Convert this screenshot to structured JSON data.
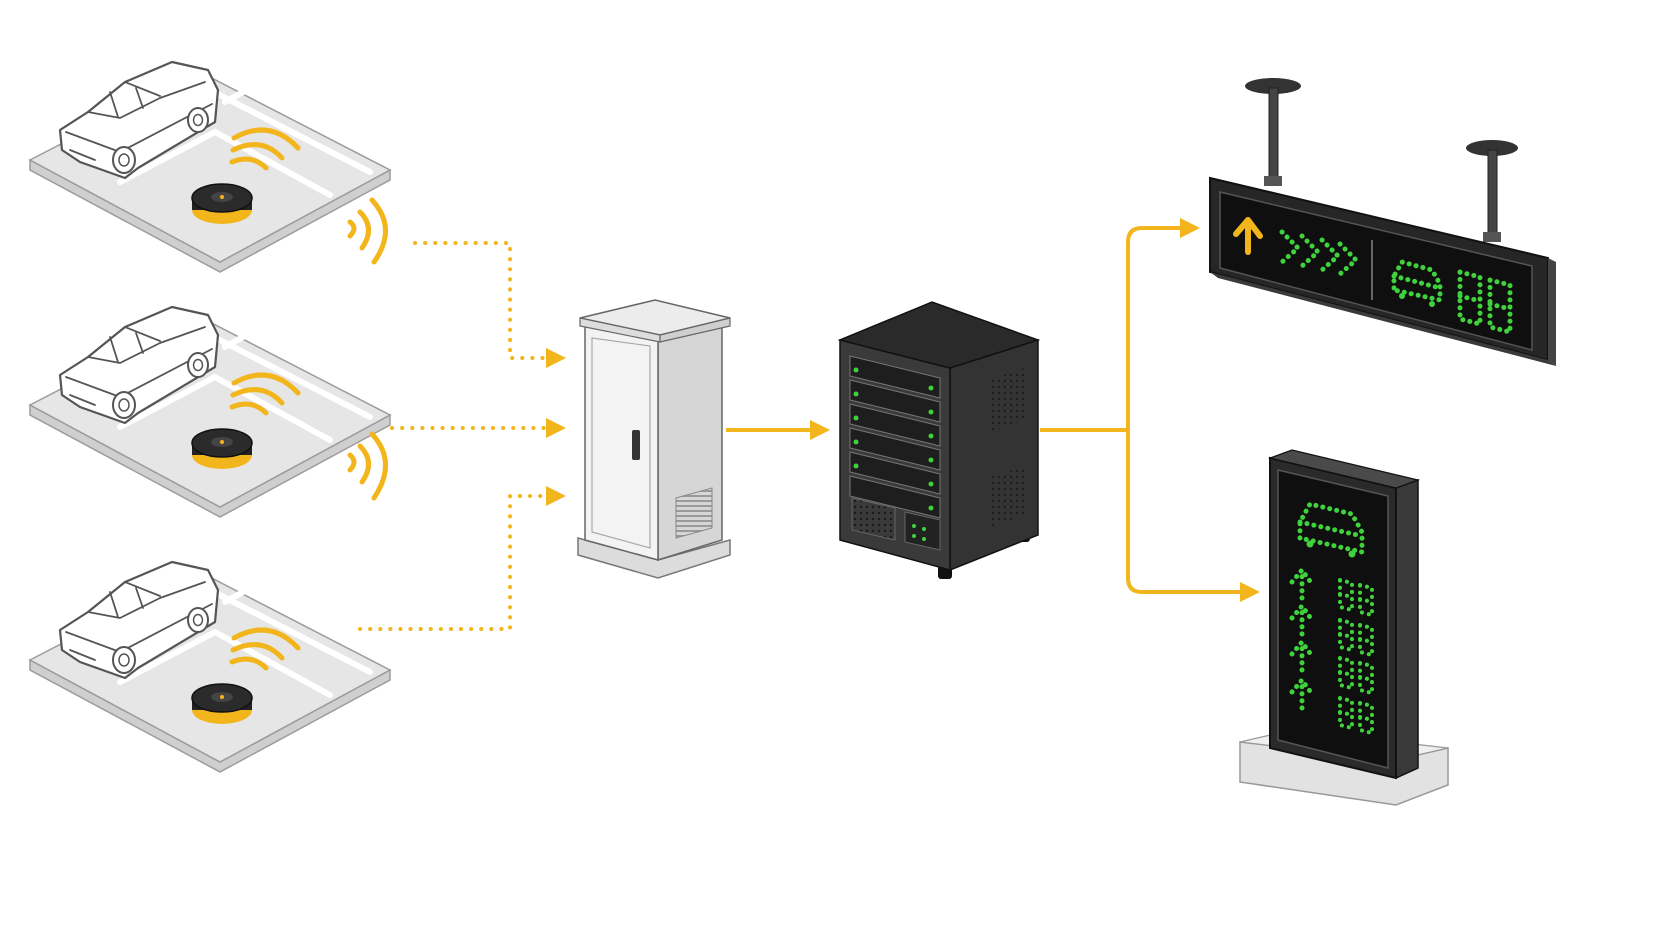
{
  "colors": {
    "accent": "#F2B51C",
    "led_green": "#3FD23C",
    "cabinet": "#F2F2F2",
    "server": "#2B2B2B",
    "slot_floor": "#E4E4E4",
    "sign_body": "#2A2A2A"
  },
  "components": {
    "parking_bays": [
      {
        "id": "bay-1",
        "icon": "car-outline-icon",
        "sensor": "parking-sensor-icon",
        "connection": "dotted"
      },
      {
        "id": "bay-2",
        "icon": "car-outline-icon",
        "sensor": "parking-sensor-icon",
        "connection": "dotted"
      },
      {
        "id": "bay-3",
        "icon": "car-outline-icon",
        "sensor": "parking-sensor-icon",
        "connection": "dotted"
      }
    ],
    "gateway_cabinet": {
      "icon": "outdoor-cabinet-icon"
    },
    "server": {
      "icon": "server-rack-icon"
    },
    "hanging_sign": {
      "icon": "guidance-display-icon",
      "content": [
        "up-arrow",
        "chevrons",
        "car-icon",
        "digits-88"
      ]
    },
    "standing_sign": {
      "icon": "totem-display-icon",
      "rows": 4,
      "content": [
        "car-icon",
        "up-arrow",
        "digits-88"
      ]
    }
  }
}
